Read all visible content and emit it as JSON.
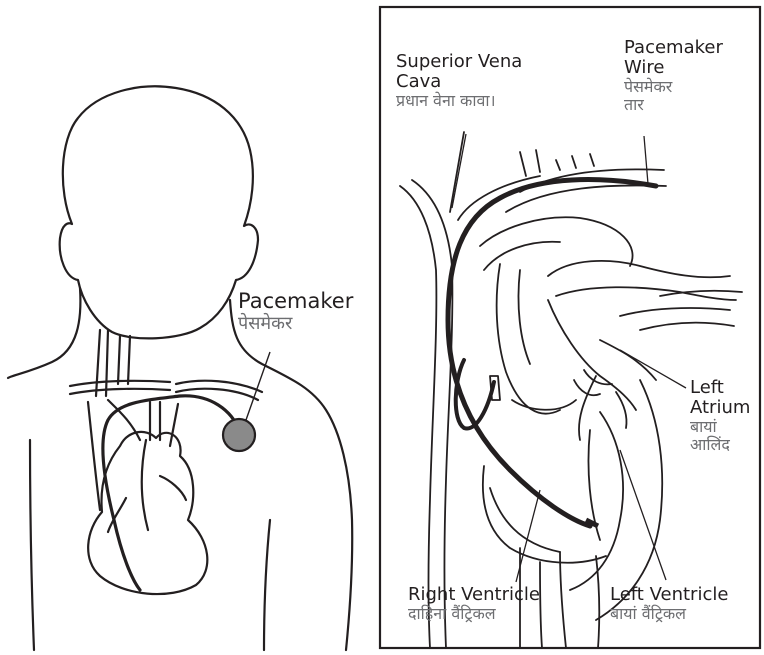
{
  "labels": {
    "pacemaker": {
      "en": "Pacemaker",
      "hi": "पेसमेकर"
    },
    "superior_vena_cava": {
      "en_line1": "Superior Vena",
      "en_line2": "Cava",
      "hi": "प्रधान वेना कावा।"
    },
    "pacemaker_wire": {
      "en_line1": "Pacemaker",
      "en_line2": "Wire",
      "hi_line1": "पेसमेकर",
      "hi_line2": "तार"
    },
    "left_atrium": {
      "en_line1": "Left",
      "en_line2": "Atrium",
      "hi_line1": "बायां",
      "hi_line2": "आलिंद"
    },
    "right_ventricle": {
      "en": "Right Ventricle",
      "hi": "दाहिना वैंट्रिकल"
    },
    "left_ventricle": {
      "en": "Left Ventricle",
      "hi": "बायां वैंट्रिकल"
    }
  },
  "colors": {
    "ink": "#231f20",
    "hindi_text": "#6d6e71",
    "pacemaker_device": "#8a8a8a",
    "wire": "#231f20"
  }
}
